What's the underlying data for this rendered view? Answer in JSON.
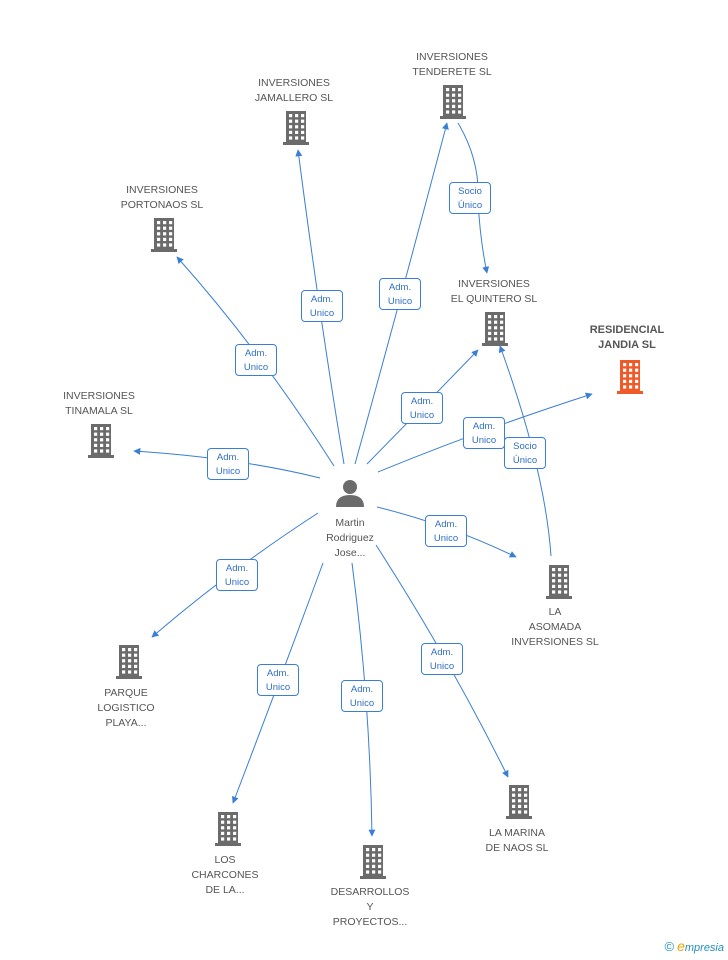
{
  "center": {
    "label": [
      "Martin",
      "Rodriguez",
      "Jose..."
    ]
  },
  "nodes": [
    {
      "id": "tenderete",
      "label": [
        "INVERSIONES",
        "TENDERETE SL"
      ]
    },
    {
      "id": "jamallero",
      "label": [
        "INVERSIONES",
        "JAMALLERO SL"
      ]
    },
    {
      "id": "portonaos",
      "label": [
        "INVERSIONES",
        "PORTONAOS SL"
      ]
    },
    {
      "id": "quintero",
      "label": [
        "INVERSIONES",
        "EL QUINTERO SL"
      ]
    },
    {
      "id": "residencial",
      "label": [
        "RESIDENCIAL",
        "JANDIA SL"
      ],
      "highlight": true
    },
    {
      "id": "tinamala",
      "label": [
        "INVERSIONES",
        "TINAMALA SL"
      ]
    },
    {
      "id": "asomada",
      "label": [
        "LA",
        "ASOMADA",
        "INVERSIONES SL"
      ]
    },
    {
      "id": "parque",
      "label": [
        "PARQUE",
        "LOGISTICO",
        "PLAYA..."
      ]
    },
    {
      "id": "charcones",
      "label": [
        "LOS",
        "CHARCONES",
        "DE LA..."
      ]
    },
    {
      "id": "desarrollos",
      "label": [
        "DESARROLLOS",
        "Y",
        "PROYECTOS..."
      ]
    },
    {
      "id": "marina",
      "label": [
        "LA MARINA",
        "DE NAOS SL"
      ]
    }
  ],
  "edges": [
    {
      "from": "center",
      "to": "jamallero",
      "label": [
        "Adm.",
        "Unico"
      ]
    },
    {
      "from": "center",
      "to": "tenderete",
      "label": [
        "Adm.",
        "Unico"
      ]
    },
    {
      "from": "center",
      "to": "portonaos",
      "label": [
        "Adm.",
        "Unico"
      ]
    },
    {
      "from": "center",
      "to": "quintero",
      "label": [
        "Adm.",
        "Unico"
      ]
    },
    {
      "from": "center",
      "to": "residencial",
      "label": [
        "Adm.",
        "Unico"
      ]
    },
    {
      "from": "center",
      "to": "tinamala",
      "label": [
        "Adm.",
        "Unico"
      ]
    },
    {
      "from": "center",
      "to": "asomada",
      "label": [
        "Adm.",
        "Unico"
      ]
    },
    {
      "from": "center",
      "to": "parque",
      "label": [
        "Adm.",
        "Unico"
      ]
    },
    {
      "from": "center",
      "to": "charcones",
      "label": [
        "Adm.",
        "Unico"
      ]
    },
    {
      "from": "center",
      "to": "desarrollos",
      "label": [
        "Adm.",
        "Unico"
      ]
    },
    {
      "from": "center",
      "to": "marina",
      "label": [
        "Adm.",
        "Unico"
      ]
    },
    {
      "from": "tenderete",
      "to": "quintero",
      "label": [
        "Socio",
        "Único"
      ]
    },
    {
      "from": "asomada",
      "to": "quintero",
      "label": [
        "Socio",
        "Único"
      ]
    }
  ],
  "colors": {
    "edge": "#3a7fd5",
    "building": "#6b6b6b",
    "building_highlight": "#f05a28",
    "person": "#6b6b6b"
  },
  "footer": {
    "copyright": "©",
    "brand_e": "e",
    "brand_rest": "mpresia"
  }
}
